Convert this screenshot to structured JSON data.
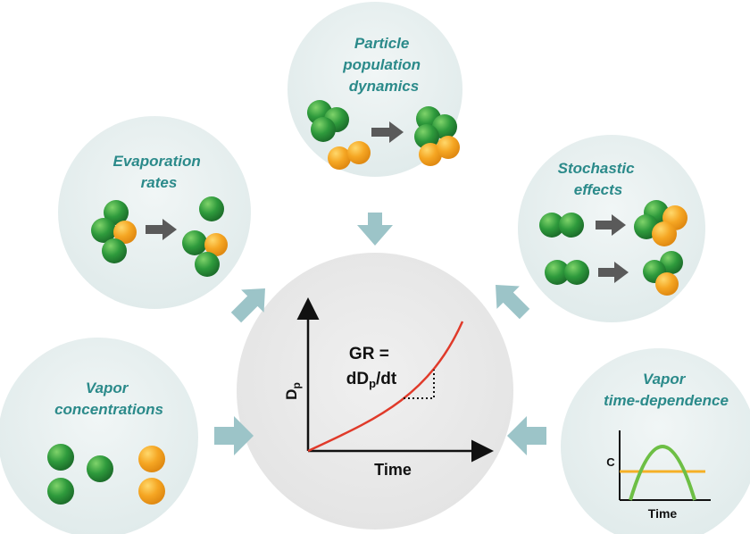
{
  "panels": {
    "particle_population": {
      "title_lines": [
        "Particle",
        "population",
        "dynamics"
      ]
    },
    "evaporation": {
      "title_lines": [
        "Evaporation",
        "rates"
      ]
    },
    "stochastic": {
      "title_lines": [
        "Stochastic",
        "effects"
      ]
    },
    "vapor_concentrations": {
      "title_lines": [
        "Vapor",
        "concentrations"
      ]
    },
    "vapor_time": {
      "title_lines": [
        "Vapor",
        "time-dependence"
      ],
      "ylabel": "C",
      "xlabel": "Time"
    }
  },
  "center": {
    "ylabel_main": "D",
    "ylabel_sub": "p",
    "xlabel": "Time",
    "formula_line1": "GR =",
    "formula_line2_a": "dD",
    "formula_line2_sub": "p",
    "formula_line2_b": "/dt"
  },
  "colors": {
    "circle_fill": "#e6efef",
    "center_fill": "#e9e9e9",
    "label": "#2b8a8a",
    "arrow_connector": "#9cc4c8",
    "green_particle": "#2e9a3c",
    "orange_particle": "#f5a623",
    "growth_curve": "#e03a2a",
    "vapor_green_curve": "#6dbf45",
    "vapor_orange_line": "#f5b026"
  }
}
